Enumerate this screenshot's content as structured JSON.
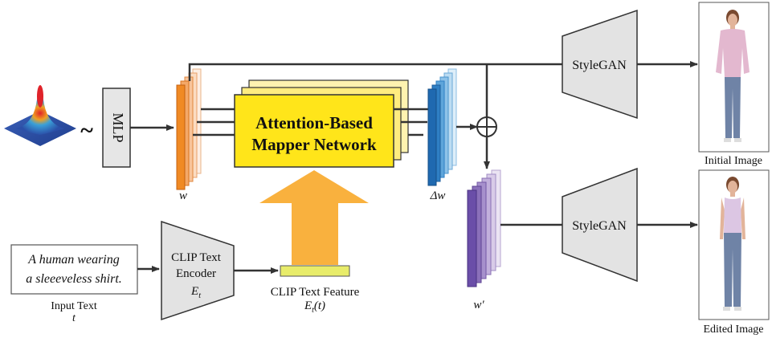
{
  "mlp_label": "MLP",
  "tilde": "~",
  "latent_w": {
    "label": "w"
  },
  "mapper": {
    "line1": "Attention-Based",
    "line2": "Mapper Network"
  },
  "delta_w": {
    "label": "Δw"
  },
  "w_prime": {
    "label": "w'"
  },
  "stylegan_top": "StyleGAN",
  "stylegan_bottom": "StyleGAN",
  "initial_image_caption": "Initial Image",
  "edited_image_caption": "Edited Image",
  "input_text": {
    "line1": "A human wearing",
    "line2": "a sleeeveless shirt.",
    "caption": "Input Text",
    "symbol": "t"
  },
  "clip_encoder": {
    "line1": "CLIP Text",
    "line2": "Encoder",
    "symbol": "E",
    "subscript": "t"
  },
  "clip_feature": {
    "caption": "CLIP Text Feature",
    "symbol": "E",
    "subscript": "t",
    "arg": "(t)"
  },
  "colors": {
    "latent_w": "#f08a24",
    "delta_w": "#2e7fc4",
    "w_prime": "#6a4ea8",
    "mapper": "#ffe51a",
    "clip_feature": "#e8ec6a",
    "big_arrow": "#f9b13e",
    "stylegan": "#e3e3e3"
  }
}
